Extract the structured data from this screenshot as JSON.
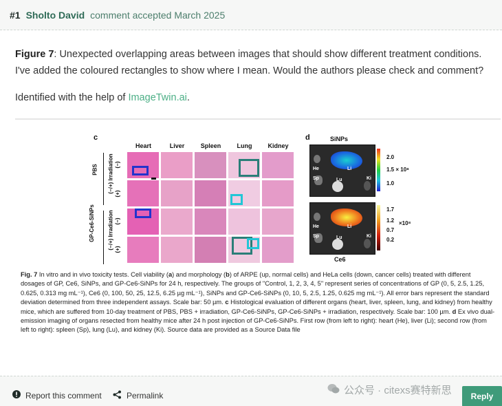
{
  "header": {
    "comment_number": "#1",
    "author": "Sholto David",
    "status": "comment accepted March 2025"
  },
  "comment": {
    "figure_ref": "Figure 7",
    "text": ": Unexpected overlapping areas between images that should show different treatment conditions. I've added the coloured rectangles to show where I mean. Would the authors please check and comment?",
    "identified_prefix": "Identified with the help of ",
    "identified_link": "ImageTwin.ai",
    "identified_suffix": "."
  },
  "figure": {
    "panel_c": "c",
    "panel_d": "d",
    "columns": [
      "Heart",
      "Liver",
      "Spleen",
      "Lung",
      "Kidney"
    ],
    "group_pbs": "PBS",
    "group_gp": "GP-Ce6-SiNPs",
    "irradiation": "(−/+) Irradiation",
    "minus": "(−)",
    "plus": "(+)",
    "sinps_title": "SiNPs",
    "ce6_title": "Ce6",
    "organ_labels": [
      "He",
      "Li",
      "Sp",
      "Lu",
      "Ki"
    ],
    "scale_top": [
      "2.0",
      "1.5 × 10⁸",
      "1.0"
    ],
    "scale_bottom": [
      "1.7",
      "1.2",
      "0.7",
      "0.2"
    ],
    "scale_bottom_exp": "×10⁸",
    "overlay_colors": {
      "blue": "#2233cc",
      "cyan": "#22c6d6",
      "teal": "#2a7e78"
    }
  },
  "caption": {
    "label": "Fig. 7",
    "text_1": " In vitro and in vivo toxicity tests. Cell viability (",
    "a": "a",
    "text_2": ") and morphology (",
    "b": "b",
    "text_3": ") of ARPE (up, normal cells) and HeLa cells (down, cancer cells) treated with different dosages of GP, Ce6, SiNPs, and GP-Ce6-SiNPs for 24 h, respectively. The groups of \"Control, 1, 2, 3, 4, 5\" represent series of concentrations of GP (0, 5, 2.5, 1.25, 0.625, 0.313 mg mL⁻¹), Ce6 (0, 100, 50, 25, 12.5, 6.25 µg mL⁻¹), SiNPs and GP-Ce6-SiNPs (0, 10, 5, 2.5, 1.25, 0.625 mg mL⁻¹). All error bars represent the standard deviation determined from three independent assays. Scale bar: 50 µm. ",
    "c": "c",
    "text_4": " Histological evaluation of different organs (heart, liver, spleen, lung, and kidney) from healthy mice, which are suffered from 10-day treatment of PBS, PBS + irradiation, GP-Ce6-SiNPs, GP-Ce6-SiNPs + irradiation, respectively. Scale bar: 100 µm. ",
    "d": "d",
    "text_5": " Ex vivo dual-emission imaging of organs resected from healthy mice after 24 h post injection of GP-Ce6-SiNPs. First row (from left to right): heart (He), liver (Li); second row (from left to right): spleen (Sp), lung (Lu), and kidney (Ki). Source data are provided as a Source Data file"
  },
  "footer": {
    "report_label": "Report this comment",
    "permalink_label": "Permalink",
    "reply_label": "Reply",
    "watermark": "公众号 · citexs赛特新思"
  }
}
